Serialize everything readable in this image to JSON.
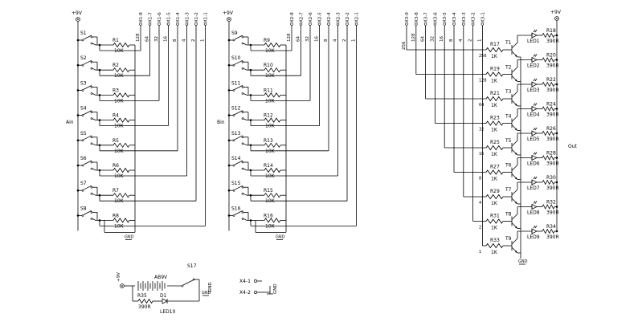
{
  "supply": {
    "label": "+9V",
    "gnd": "GND"
  },
  "blockA": {
    "bus_label": "Ain",
    "switches": [
      "S1",
      "S2",
      "S3",
      "S4",
      "S5",
      "S6",
      "S7",
      "S8"
    ],
    "resistors": [
      "R1",
      "R2",
      "R3",
      "R4",
      "R5",
      "R6",
      "R7",
      "R8"
    ],
    "value": "10K",
    "outputs": [
      "X1-8",
      "X1-7",
      "X1-6",
      "X1-5",
      "X1-4",
      "X1-3",
      "X1-2",
      "X1-1"
    ],
    "weights": [
      "128",
      "64",
      "32",
      "16",
      "8",
      "4",
      "2",
      "1"
    ]
  },
  "blockB": {
    "bus_label": "Bin",
    "switches": [
      "S9",
      "S10",
      "S11",
      "S12",
      "S13",
      "S14",
      "S15",
      "S16"
    ],
    "resistors": [
      "R9",
      "R10",
      "R11",
      "R12",
      "R13",
      "R14",
      "R15",
      "R16"
    ],
    "value": "10K",
    "outputs": [
      "X2-8",
      "X2-7",
      "X2-6",
      "X2-5",
      "X2-4",
      "X2-3",
      "X2-2",
      "X2-1"
    ],
    "weights": [
      "128",
      "64",
      "32",
      "16",
      "8",
      "4",
      "2",
      "1"
    ]
  },
  "blockC": {
    "bus_label": "Out",
    "inputs": [
      "X3-9",
      "X3-8",
      "X3-7",
      "X3-6",
      "X3-5",
      "X3-4",
      "X3-3",
      "X3-2",
      "X3-1"
    ],
    "weights": [
      "256",
      "128",
      "64",
      "32",
      "16",
      "8",
      "4",
      "2",
      "1"
    ],
    "base_resistors": [
      "R17",
      "R19",
      "R21",
      "R23",
      "R25",
      "R27",
      "R29",
      "R31",
      "R33"
    ],
    "base_value": "1K",
    "transistors": [
      "T1",
      "T2",
      "T3",
      "T4",
      "T5",
      "T6",
      "T7",
      "T8",
      "T9"
    ],
    "leds": [
      "LED1",
      "LED2",
      "LED3",
      "LED4",
      "LED5",
      "LED6",
      "LED7",
      "LED8",
      "LED9"
    ],
    "led_resistors": [
      "R18",
      "R20",
      "R22",
      "R24",
      "R26",
      "R28",
      "R30",
      "R32",
      "R34"
    ],
    "led_value": "390R"
  },
  "power": {
    "battery": "AB9V",
    "switch": "S17",
    "diode": "D1",
    "resistor": "R35",
    "resistor_value": "390R",
    "led": "LED10"
  },
  "connector": {
    "pins": [
      "X4-1",
      "X4-2"
    ]
  }
}
